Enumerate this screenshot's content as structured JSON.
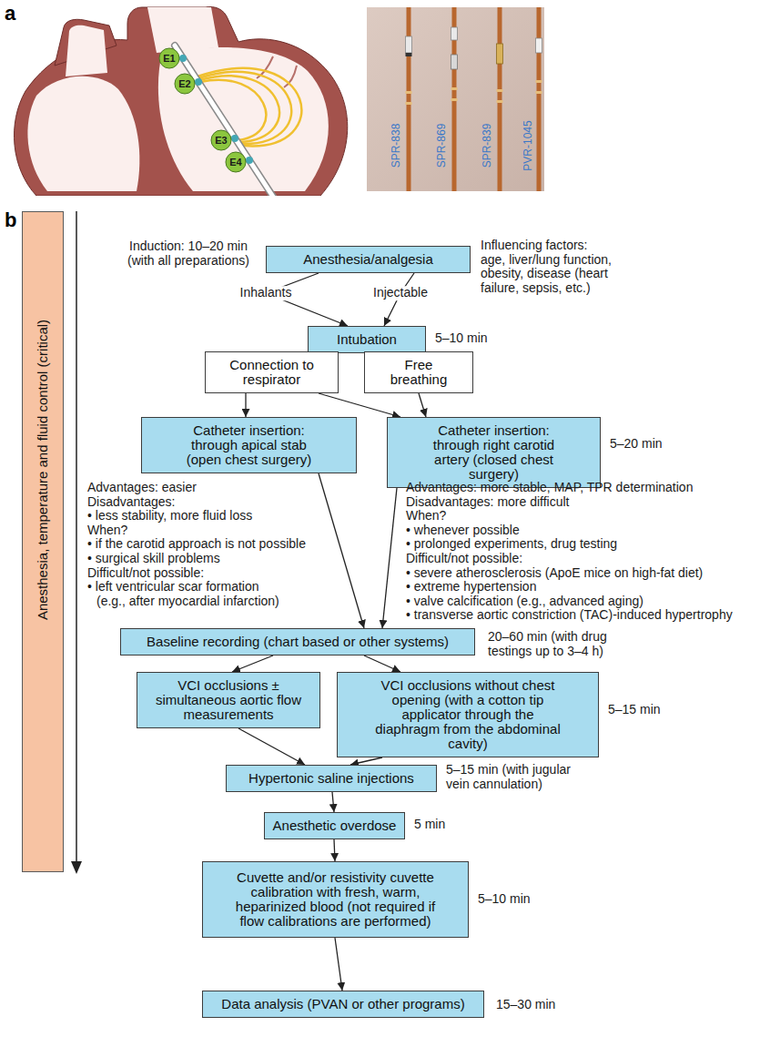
{
  "diagram": {
    "nodes": [
      {
        "text": [
          "Anesthesia/analgesia"
        ]
      },
      {
        "text": [
          "Intubation"
        ]
      },
      {
        "text": [
          "Connection to respirator"
        ]
      },
      {
        "text": [
          "Free breathing"
        ]
      },
      {
        "text": [
          "Catheter insertion: through apical stab (open chest surgery)"
        ]
      },
      {
        "text": [
          "Catheter insertion: through right carotid artery (closed chest surgery)"
        ]
      },
      {
        "text": [
          "Baseline recording (chart based or other systems)"
        ]
      },
      {
        "text": [
          "VCI occlusions ± simultaneous aortic flow measurements"
        ]
      },
      {
        "text": [
          "VCI occlusions without chest opening (with a cotton tip applicator through the diaphragm from the abdominal cavity)"
        ]
      },
      {
        "text": [
          "Hypertonic saline injections"
        ]
      },
      {
        "text": [
          "Anesthetic overdose"
        ]
      },
      {
        "text": [
          "Cuvette and/or resistivity cuvette calibration with fresh, warm, heparinized blood (not required if flow calibrations are performed)"
        ]
      },
      {
        "text": [
          "Data analysis (PVAN or other programs)"
        ]
      },
      {
        "text": [
          "Anesthesia, temperature and fluid control (critical)"
        ]
      }
    ],
    "edges": [
      {
        "from": 0,
        "to": 1,
        "label": "Inhalants",
        "arrow": "to"
      },
      {
        "from": 0,
        "to": 1,
        "label": "Injectable",
        "arrow": "to"
      },
      {
        "from": 2,
        "to": 4,
        "arrow": "to"
      },
      {
        "from": 2,
        "to": 5,
        "arrow": "to"
      },
      {
        "from": 3,
        "to": 5,
        "arrow": "to"
      },
      {
        "from": 4,
        "to": 6,
        "arrow": "to"
      },
      {
        "from": 5,
        "to": 6,
        "arrow": "to"
      },
      {
        "from": 6,
        "to": 7,
        "arrow": "to"
      },
      {
        "from": 6,
        "to": 8,
        "arrow": "to"
      },
      {
        "from": 7,
        "to": 9,
        "arrow": "to"
      },
      {
        "from": 8,
        "to": 9,
        "arrow": "to"
      },
      {
        "from": 9,
        "to": 10,
        "arrow": "to"
      },
      {
        "from": 10,
        "to": 11,
        "arrow": "to"
      },
      {
        "from": 11,
        "to": 12,
        "arrow": "to"
      }
    ],
    "labels": [
      "a",
      "E1",
      "E2",
      "E3",
      "E4",
      "SPR-838",
      "SPR-869",
      "SPR-839",
      "PVR-1045",
      "b",
      "Induction: 10–20 min (with all preparations)",
      "Influencing factors: age, liver/lung function, obesity, disease (heart failure, sepsis, etc.)",
      "5–10 min",
      "5–20 min",
      "Advantages: easier",
      "Disadvantages:",
      "• less stability, more fluid loss",
      "When?",
      "• if the carotid approach is not possible",
      "• surgical skill problems",
      "Difficult/not possible:",
      "• left ventricular scar formation (e.g., after myocardial infarction)",
      "Advantages: more stable, MAP, TPR determination",
      "Disadvantages: more difficult",
      "When?",
      "• whenever possible",
      "• prolonged experiments, drug testing",
      "Difficult/not possible:",
      "• severe atherosclerosis (ApoE mice on high-fat diet)",
      "• extreme hypertension",
      "• valve calcification (e.g., advanced aging)",
      "• transverse aortic constriction (TAC)-induced hypertrophy",
      "20–60 min (with drug testings up to 3–4 h)",
      "5–15 min",
      "5–15 min (with jugular vein cannulation)",
      "5 min",
      "5–10 min",
      "15–30 min"
    ]
  }
}
